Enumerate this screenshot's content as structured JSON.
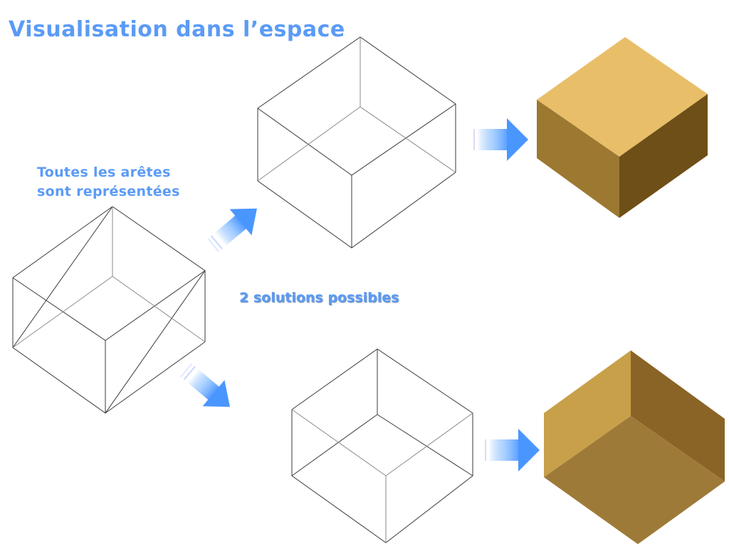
{
  "title": "Visualisation dans l’espace",
  "caption": {
    "line1": "Toutes les arêtes",
    "line2": "sont représentées"
  },
  "solutions_label": "2 solutions possibles",
  "colors": {
    "text_blue": "#5b9bf5",
    "arrow_blue": "#5aa2ff",
    "cube_top": "#e8be69",
    "cube_left": "#9c7830",
    "cube_right": "#6e4f18",
    "cube2_left": "#c8a04a",
    "cube2_right": "#8a6426",
    "cube2_bottom": "#9e7a38"
  },
  "icons": [
    "arrow-right-icon",
    "arrow-up-right-icon",
    "arrow-down-right-icon"
  ]
}
